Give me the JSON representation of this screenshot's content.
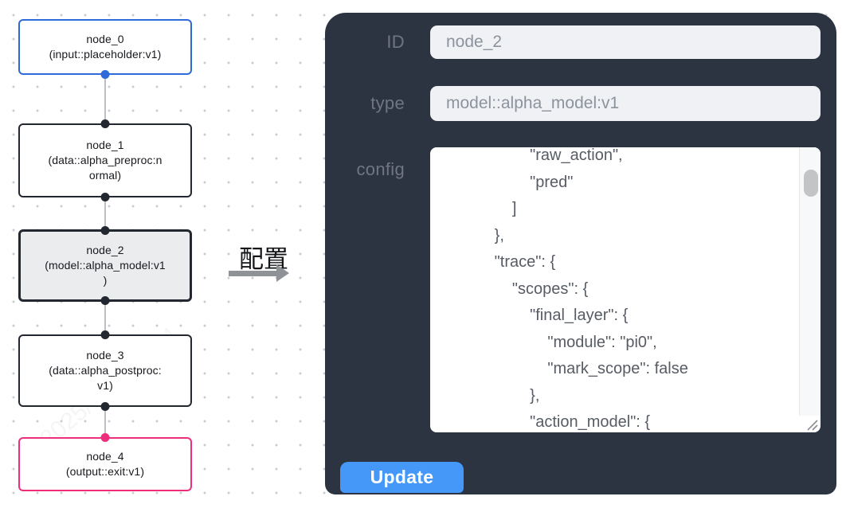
{
  "watermark": "2025/04/11 17:4",
  "flow": {
    "nodes": [
      {
        "id": "node_0",
        "text": "node_0\n(input::placeholder:v1)",
        "accent": "#2e6bd8"
      },
      {
        "id": "node_1",
        "text": "node_1\n(data::alpha_preproc:n\normal)",
        "accent": "#23272f"
      },
      {
        "id": "node_2",
        "text": "node_2\n(model::alpha_model:v1\n)",
        "accent": "#23272f",
        "selected": true
      },
      {
        "id": "node_3",
        "text": "node_3\n(data::alpha_postproc:\nv1)",
        "accent": "#23272f"
      },
      {
        "id": "node_4",
        "text": "node_4\n(output::exit:v1)",
        "accent": "#ee2d7c"
      }
    ]
  },
  "transfer": {
    "label": "配置"
  },
  "panel": {
    "fields": {
      "id": {
        "label": "ID",
        "value": "node_2"
      },
      "type": {
        "label": "type",
        "value": "model::alpha_model:v1"
      },
      "config": {
        "label": "config",
        "text": "                    \"raw_action\",\n                    \"pred\"\n                ]\n            },\n            \"trace\": {\n                \"scopes\": {\n                    \"final_layer\": {\n                        \"module\": \"pi0\",\n                        \"mark_scope\": false\n                    },\n                    \"action_model\": {"
      }
    },
    "update_button": "Update"
  },
  "colors": {
    "panel_bg": "#2c3442",
    "input_bg": "#eff1f5",
    "button_blue": "#4598f7",
    "node_input_blue": "#2e6bd8",
    "node_output_pink": "#ee2d7c",
    "node_dark": "#23272f"
  }
}
